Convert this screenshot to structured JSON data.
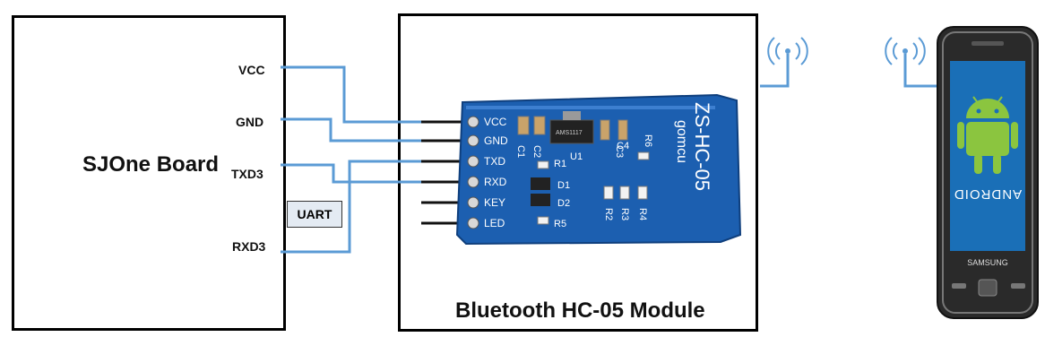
{
  "board": {
    "title": "SJOne Board"
  },
  "pins": {
    "vcc": "VCC",
    "gnd": "GND",
    "txd3": "TXD3",
    "rxd3": "RXD3"
  },
  "uart_label": "UART",
  "module": {
    "title": "Bluetooth HC-05 Module",
    "pins": [
      "VCC",
      "GND",
      "TXD",
      "RXD",
      "KEY",
      "LED"
    ],
    "pcb_title": "ZS-HC-05",
    "pcb_brand": "gomcu",
    "components": [
      "C1",
      "C2",
      "U1",
      "C3",
      "C4",
      "R6",
      "R1",
      "D1",
      "D2",
      "R5",
      "R2",
      "R3",
      "R4"
    ],
    "regulator_marking": "AMS1117"
  },
  "phone": {
    "brand": "SAMSUNG",
    "os_logo_text": "ANDROID"
  },
  "colors": {
    "wire": "#5b9bd5",
    "pcb": "#1c5fb0",
    "pcb_dark": "#0f3f7d",
    "screen": "#1a6fb7",
    "android_green": "#8bc53f"
  },
  "icons": [
    "antenna-signal-icon",
    "antenna-signal-icon",
    "android-robot-icon"
  ]
}
